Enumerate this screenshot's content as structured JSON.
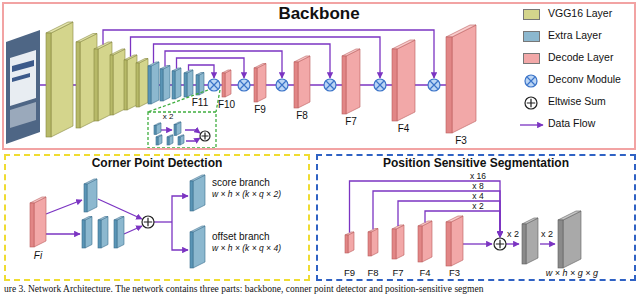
{
  "diagram": {
    "caption": "ure 3. Network Architecture. The network contains three parts: backbone, conner point detector and position-sensitive segmen",
    "nodes": [
      {
        "text": [
          "Backbone"
        ]
      },
      {
        "text": [
          "Corner Point Detection"
        ]
      },
      {
        "text": [
          "Position Sensitive Segmentation"
        ]
      }
    ],
    "labels": [
      "F11",
      "F10",
      "F9",
      "F8",
      "F7",
      "F4",
      "F3",
      "x 2",
      "score branch",
      "w × h × (k × q × 2)",
      "offset branch",
      "w × h × (k × q × 4)",
      "Fi",
      "x 16",
      "x 8",
      "x 4",
      "x 2",
      "F9",
      "F8",
      "F7",
      "F4",
      "F3",
      "x 2",
      "x 2",
      "w × h × g × g"
    ],
    "legend": [
      {
        "text": "VGG16 Layer",
        "color": "#d4d58c"
      },
      {
        "text": "Extra Layer",
        "color": "#8cb8cf"
      },
      {
        "text": "Decode Layer",
        "color": "#f2a8a8"
      },
      {
        "text": "Deconv Module"
      },
      {
        "text": "Eltwise Sum"
      },
      {
        "text": "Data Flow"
      }
    ]
  }
}
